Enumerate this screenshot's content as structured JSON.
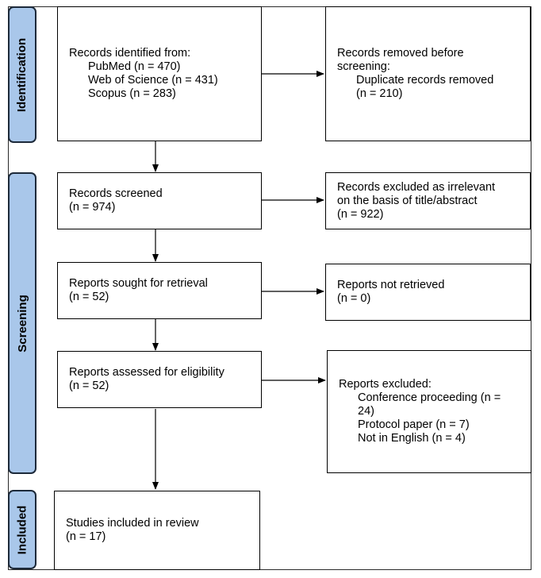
{
  "colors": {
    "phase_fill": "#a9c7ea",
    "phase_border": "#1d2a3a",
    "line": "#000000"
  },
  "phases": {
    "identification": "Identification",
    "screening": "Screening",
    "included": "Included"
  },
  "identified": {
    "heading": "Records identified from:",
    "pubmed": "PubMed (n = 470)",
    "wos": "Web of Science (n = 431)",
    "scopus": "Scopus (n = 283)"
  },
  "removed": {
    "line1": "Records removed before",
    "line2": "screening:",
    "dup1": "Duplicate records removed",
    "dup2": "(n = 210)"
  },
  "screened": {
    "line1": "Records screened",
    "line2": "(n = 974)"
  },
  "excluded_title": {
    "line1": "Records excluded as irrelevant",
    "line2": "on the basis of title/abstract",
    "line3": "(n = 922)"
  },
  "sought": {
    "line1": "Reports sought for retrieval",
    "line2": "(n = 52)"
  },
  "not_retrieved": {
    "line1": "Reports not retrieved",
    "line2": "(n = 0)"
  },
  "assessed": {
    "line1": "Reports assessed for eligibility",
    "line2": "(n = 52)"
  },
  "excluded_reports": {
    "heading": "Reports excluded:",
    "conf1": "Conference proceeding (n =",
    "conf2": "24)",
    "protocol": "Protocol paper (n = 7)",
    "english": "Not in English (n = 4)"
  },
  "included_box": {
    "line1": "Studies included in review",
    "line2": "(n = 17)"
  }
}
